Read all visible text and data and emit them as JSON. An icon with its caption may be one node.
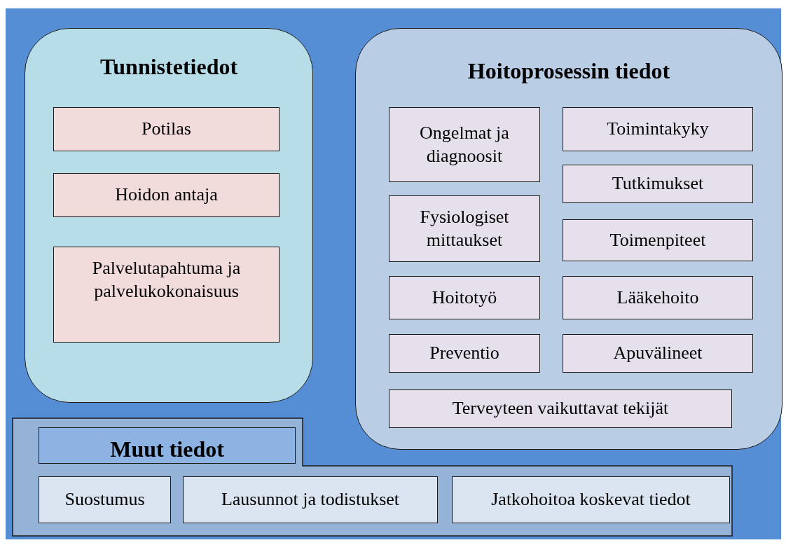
{
  "diagram": {
    "nodes": [
      {
        "text": [
          "Tunnistetiedot"
        ]
      },
      {
        "text": [
          "Potilas"
        ],
        "in": 0
      },
      {
        "text": [
          "Hoidon antaja"
        ],
        "in": 0
      },
      {
        "text": [
          "Palvelutapahtuma ja palvelukokonaisuus"
        ],
        "in": 0
      },
      {
        "text": [
          "Hoitoprosessin tiedot"
        ]
      },
      {
        "text": [
          "Ongelmat ja diagnoosit"
        ],
        "in": 4
      },
      {
        "text": [
          "Toimintakyky"
        ],
        "in": 4
      },
      {
        "text": [
          "Tutkimukset"
        ],
        "in": 4
      },
      {
        "text": [
          "Fysiologiset mittaukset"
        ],
        "in": 4
      },
      {
        "text": [
          "Toimenpiteet"
        ],
        "in": 4
      },
      {
        "text": [
          "Hoitotyö"
        ],
        "in": 4
      },
      {
        "text": [
          "Lääkehoito"
        ],
        "in": 4
      },
      {
        "text": [
          "Preventio"
        ],
        "in": 4
      },
      {
        "text": [
          "Apuvälineet"
        ],
        "in": 4
      },
      {
        "text": [
          "Terveyteen vaikuttavat tekijät"
        ],
        "in": 4
      },
      {
        "text": [],
        "shape": "box"
      },
      {
        "text": [
          "Muut tiedot"
        ],
        "in": 15
      },
      {
        "text": [
          "Suostumus"
        ],
        "in": 15
      },
      {
        "text": [
          "Lausunnot ja todistukset"
        ],
        "in": 15
      },
      {
        "text": [
          "Jatkohoitoa koskevat tiedot"
        ],
        "in": 15
      }
    ]
  }
}
